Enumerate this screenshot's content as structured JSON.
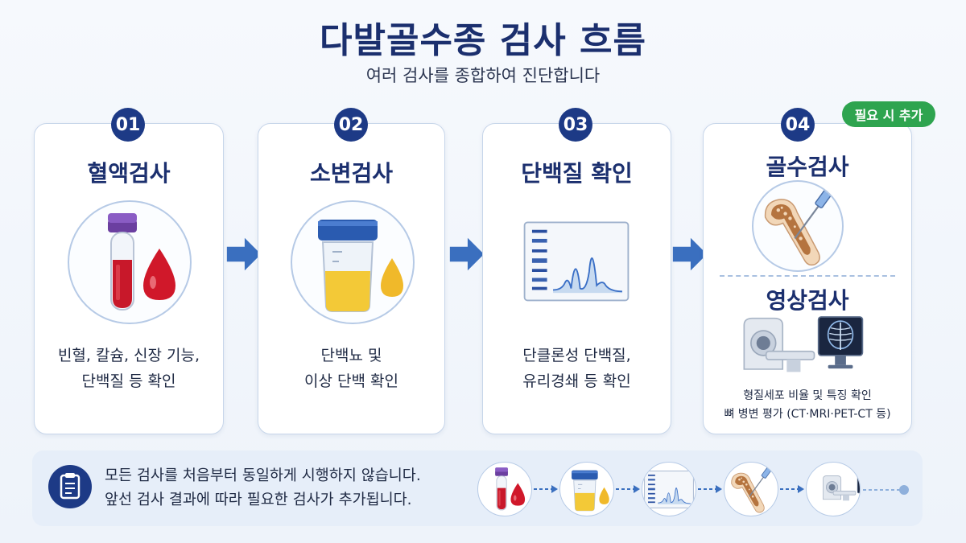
{
  "header": {
    "title": "다발골수종 검사 흐름",
    "subtitle": "여러 검사를 종합하여 진단합니다"
  },
  "steps": [
    {
      "number": "01",
      "title": "혈액검사",
      "desc": [
        "빈혈, 칼슘, 신장 기능,",
        "단백질 등 확인"
      ],
      "icon": "blood-tube-icon"
    },
    {
      "number": "02",
      "title": "소변검사",
      "desc": [
        "단백뇨 및",
        "이상 단백 확인"
      ],
      "icon": "urine-cup-icon"
    },
    {
      "number": "03",
      "title": "단백질 확인",
      "desc": [
        "단클론성 단백질,",
        "유리경쇄 등 확인"
      ],
      "icon": "electrophoresis-chart-icon"
    },
    {
      "number": "04",
      "badge": "필요 시 추가",
      "title": "골수검사",
      "icon": "bone-marrow-biopsy-icon",
      "title2": "영상검사",
      "icon2": "mri-scanner-icon",
      "desc": [
        "형질세포 비율 및 특징 확인",
        "뼈 병변 평가 (CT·MRI·PET-CT 등)"
      ]
    }
  ],
  "note": {
    "icon": "clipboard-icon",
    "lines": [
      "모든 검사를 처음부터 동일하게 시행하지 않습니다.",
      "앞선 검사 결과에 따라 필요한 검사가 추가됩니다."
    ],
    "flow_icons": [
      "blood-tube-icon",
      "urine-cup-icon",
      "electrophoresis-chart-icon",
      "bone-marrow-biopsy-icon",
      "mri-scanner-icon"
    ]
  },
  "colors": {
    "primary": "#1d3a86",
    "accent": "#3a6fbf",
    "badge": "#2ea44f",
    "blood": "#c8182a",
    "urine": "#f2c233"
  }
}
